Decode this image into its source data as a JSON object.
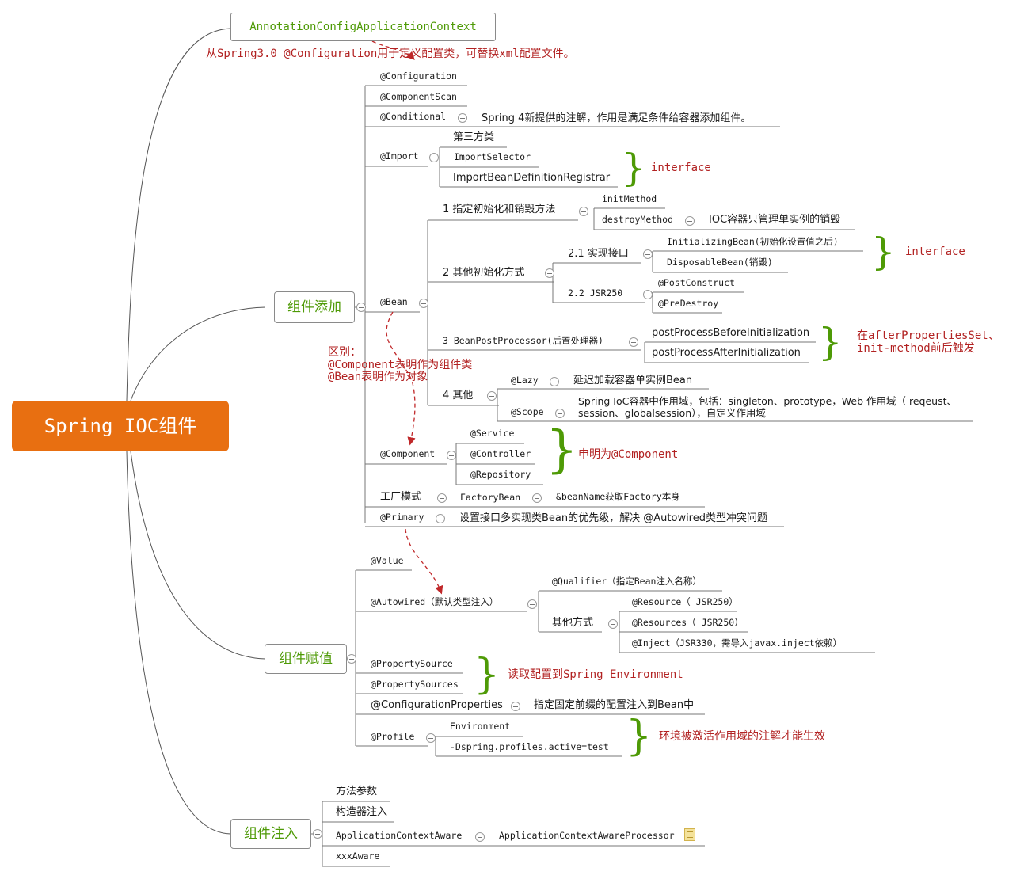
{
  "root": "Spring IOC组件",
  "top": {
    "label": "AnnotationConfigApplicationContext",
    "note": "从Spring3.0 @Configuration用于定义配置类，可替换xml配置文件。"
  },
  "add": {
    "label": "组件添加",
    "configuration": "@Configuration",
    "componentscan": "@ComponentScan",
    "conditional": "@Conditional",
    "conditional_note": "Spring 4新提供的注解，作用是满足条件给容器添加组件。",
    "import": "@Import",
    "import_children": [
      "第三方类",
      "ImportSelector",
      "ImportBeanDefinitionRegistrar"
    ],
    "import_brace": "interface",
    "bean": "@Bean",
    "bean1": "1 指定初始化和销毁方法",
    "bean1_init": "initMethod",
    "bean1_destroy": "destroyMethod",
    "bean1_destroy_note": "IOC容器只管理单实例的销毁",
    "bean2": "2 其他初始化方式",
    "bean21": "2.1 实现接口",
    "bean21_a": "InitializingBean(初始化设置值之后)",
    "bean21_b": "DisposableBean(销毁)",
    "bean21_brace": "interface",
    "bean22": "2.2 JSR250",
    "bean22_a": "@PostConstruct",
    "bean22_b": "@PreDestroy",
    "bean3": "3 BeanPostProcessor(后置处理器)",
    "bean3_a": "postProcessBeforeInitialization",
    "bean3_b": "postProcessAfterInitialization",
    "bean3_note1": "在afterPropertiesSet、",
    "bean3_note2": "init-method前后触发",
    "bean4": "4 其他",
    "bean4_lazy": "@Lazy",
    "bean4_lazy_note": "延迟加载容器单实例Bean",
    "bean4_scope": "@Scope",
    "bean4_scope_note1": "Spring IoC容器中作用域，包括：singleton、prototype，Web 作用域（ reqeust、",
    "bean4_scope_note2": "session、globalsession），自定义作用域",
    "diff1": "区别：",
    "diff2": "@Component表明作为组件类",
    "diff3": "@Bean表明作为对象",
    "component": "@Component",
    "component_children": [
      "@Service",
      "@Controller",
      "@Repository"
    ],
    "component_note": "申明为@Component",
    "factory": "工厂模式",
    "factorybean": "FactoryBean",
    "factorybean_note": "&beanName获取Factory本身",
    "primary": "@Primary",
    "primary_note": "设置接口多实现类Bean的优先级，解决 @Autowired类型冲突问题"
  },
  "assign": {
    "label": "组件赋值",
    "value": "@Value",
    "autowired": "@Autowired（默认类型注入）",
    "qualifier": "@Qualifier（指定Bean注入名称）",
    "other": "其他方式",
    "resource": "@Resource（ JSR250）",
    "resources": "@Resources（ JSR250）",
    "inject": "@Inject（JSR330，需导入javax.inject依赖）",
    "propertysource": "@PropertySource",
    "propertysources": "@PropertySources",
    "propertysource_note": "读取配置到Spring Environment",
    "configprops": "@ConfigurationProperties",
    "configprops_note": "指定固定前缀的配置注入到Bean中",
    "profile": "@Profile",
    "profile_env": "Environment",
    "profile_arg": "-Dspring.profiles.active=test",
    "profile_note": "环境被激活作用域的注解才能生效"
  },
  "inject": {
    "label": "组件注入",
    "param": "方法参数",
    "ctor": "构造器注入",
    "aware": "ApplicationContextAware",
    "aware_proc": "ApplicationContextAwareProcessor",
    "xxx": "xxxAware"
  },
  "colors": {
    "root": "#e86f11",
    "topic": "#4e9a06",
    "note": "#b22222",
    "line": "#555555"
  }
}
